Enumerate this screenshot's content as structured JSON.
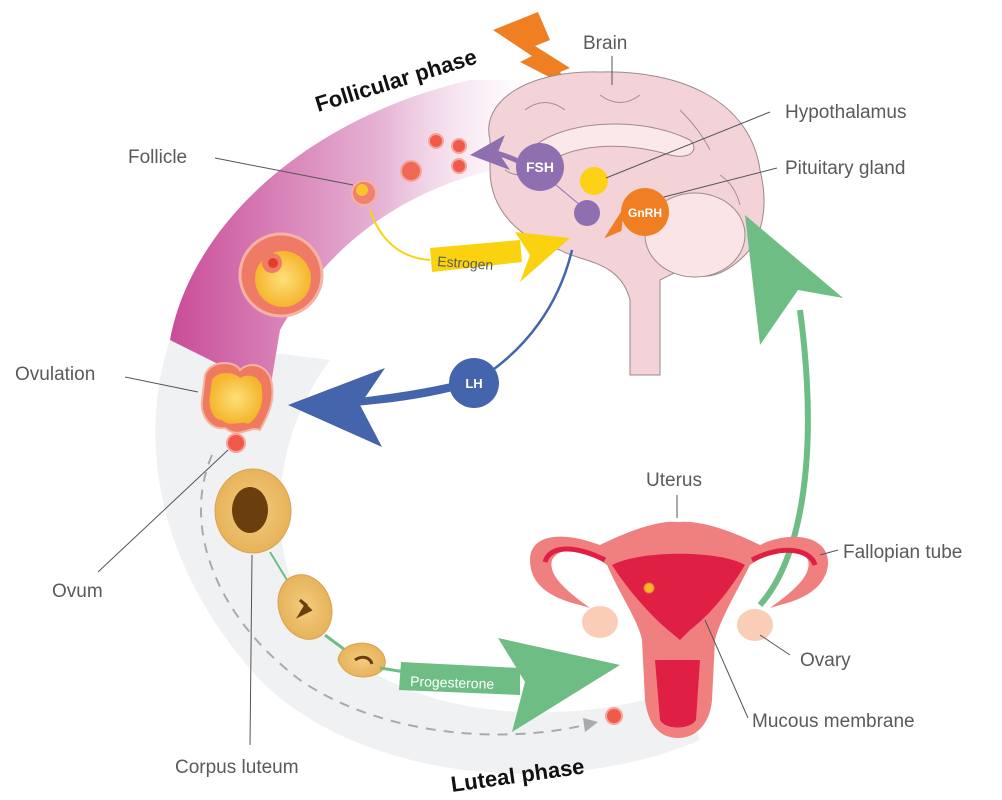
{
  "title": "Menstrual cycle hormonal regulation",
  "phases": {
    "follicular": "Follicular phase",
    "luteal": "Luteal phase"
  },
  "labels": {
    "brain": "Brain",
    "hypothalamus": "Hypothalamus",
    "pituitary": "Pituitary gland",
    "follicle": "Follicle",
    "ovulation": "Ovulation",
    "ovum": "Ovum",
    "corpus_luteum": "Corpus luteum",
    "uterus": "Uterus",
    "fallopian_tube": "Fallopian tube",
    "ovary": "Ovary",
    "mucous_membrane": "Mucous membrane"
  },
  "hormones": {
    "fsh": "FSH",
    "gnrh": "GnRH",
    "lh": "LH",
    "estrogen": "Estrogen",
    "progesterone": "Progesterone"
  },
  "colors": {
    "fsh": "#8f6fb0",
    "gnrh": "#ef7f22",
    "lh": "#4464ac",
    "estrogen": "#fbd20f",
    "progesterone": "#6dbd85",
    "hypothalamus": "#fcd116",
    "follicular_band": "#c94c98",
    "luteal_band": "#f0f1f3",
    "brain": "#f3d3d7",
    "uterus": "#e01f45",
    "corpus_luteum": "#eab85c"
  }
}
